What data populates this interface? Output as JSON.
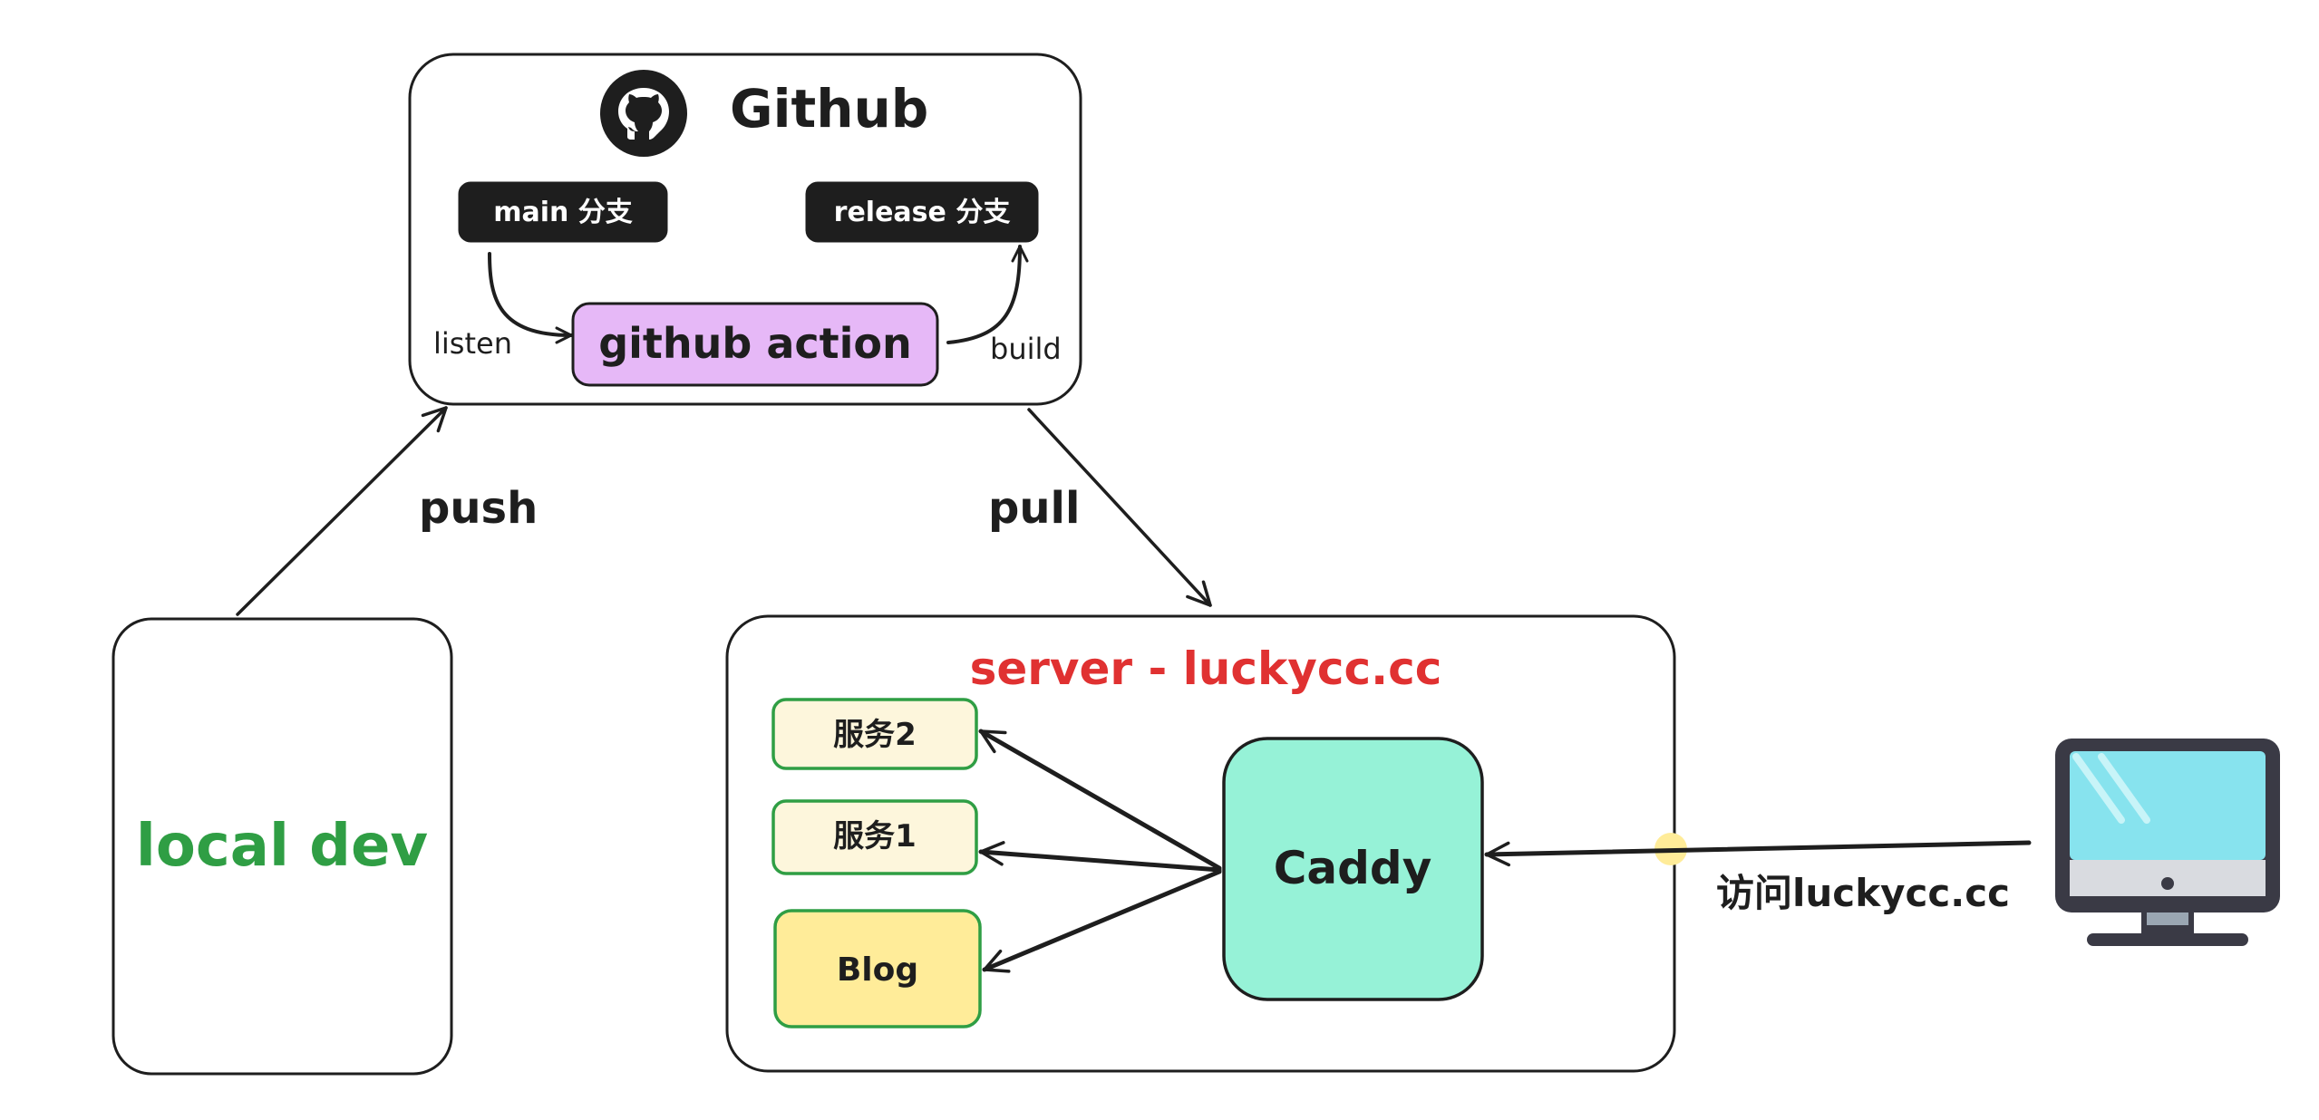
{
  "github": {
    "title": "Github",
    "main_branch_label": "main 分支",
    "release_branch_label": "release 分支",
    "action_label": "github action",
    "listen_label": "listen",
    "build_label": "build"
  },
  "local": {
    "label": "local dev"
  },
  "edges": {
    "push_label": "push",
    "pull_label": "pull",
    "visit_label": "访问luckycc.cc"
  },
  "server": {
    "title": "server - luckycc.cc",
    "service2_label": "服务2",
    "service1_label": "服务1",
    "blog_label": "Blog",
    "caddy_label": "Caddy"
  },
  "colors": {
    "stroke": "#1e1e1e",
    "branch_fill": "#1e1e1e",
    "action_fill": "#e6b8f7",
    "local_text": "#2f9e44",
    "server_title": "#e03131",
    "service_fill": "#fdf6dc",
    "service_stroke": "#2f9e44",
    "blog_fill": "#ffec99",
    "caddy_fill": "#96f2d7",
    "visit_dot": "#ffec99",
    "monitor_screen": "#87e3ee",
    "monitor_frame": "#3a3a45"
  },
  "icons": {
    "github": "github-octocat-icon",
    "client": "desktop-monitor-icon"
  }
}
